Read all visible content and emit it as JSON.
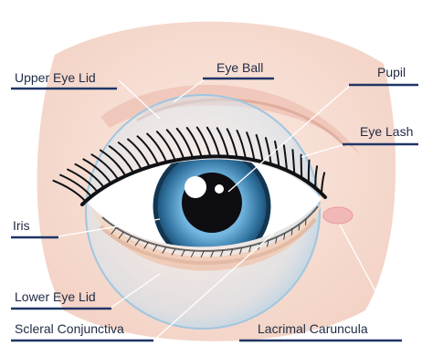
{
  "labels": {
    "upper_eye_lid": "Upper Eye Lid",
    "eye_ball": "Eye Ball",
    "pupil": "Pupil",
    "eye_lash": "Eye Lash",
    "iris": "Iris",
    "lower_eye_lid": "Lower Eye Lid",
    "scleral_conjunctiva": "Scleral Conjunctiva",
    "lacrimal_caruncula": "Lacrimal Caruncula"
  },
  "colors": {
    "label_text": "#1f2a44",
    "label_underline": "#1f3566",
    "leader_line": "#ffffff",
    "skin": "#f6dcd0",
    "eyeball_glass": "#d9ecf7",
    "iris_outer": "#2f6f9a",
    "iris_inner": "#7fc1e6",
    "pupil": "#0d0d12"
  }
}
